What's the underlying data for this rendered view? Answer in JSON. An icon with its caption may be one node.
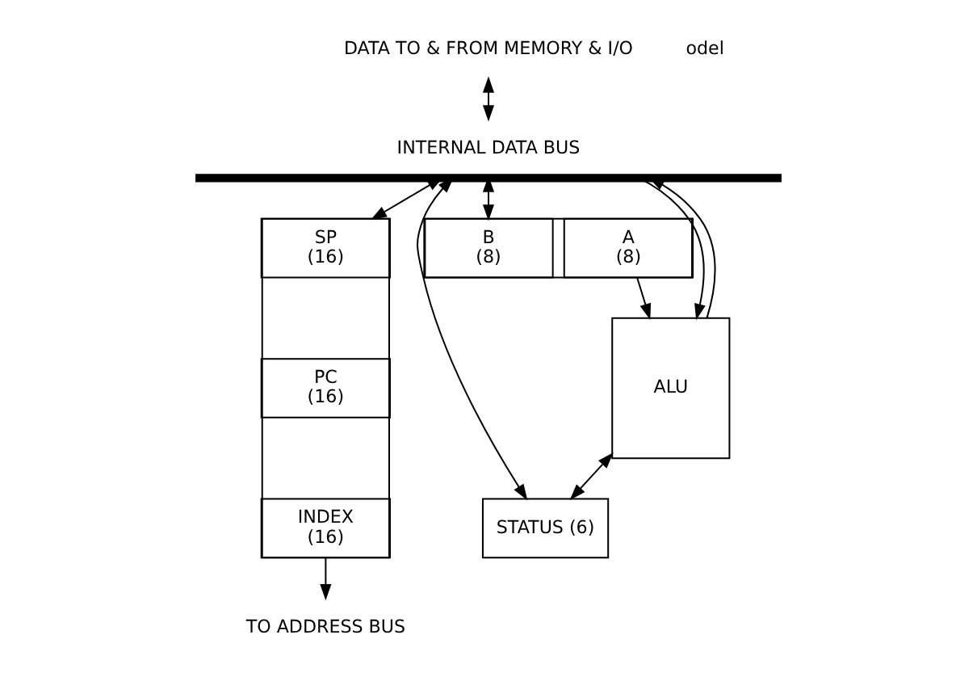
{
  "diagram": {
    "nodes": [
      {
        "text": [
          "DATA TO & FROM MEMORY & I/O"
        ]
      },
      {
        "text": [
          "INTERNAL DATA BUS"
        ]
      },
      {
        "text": [],
        "shape": "box"
      },
      {
        "text": [
          "B",
          "(8)"
        ],
        "in": 2
      },
      {
        "text": [
          "A",
          "(8)"
        ],
        "in": 2
      },
      {
        "text": [
          "STATUS (6)"
        ]
      },
      {
        "text": [
          "ALU"
        ]
      },
      {
        "text": [],
        "shape": "box"
      },
      {
        "text": [
          "SP",
          "(16)"
        ],
        "in": 7
      },
      {
        "text": [
          "PC",
          "(16)"
        ],
        "in": 7
      },
      {
        "text": [
          "INDEX",
          "(16)"
        ],
        "in": 7
      },
      {
        "text": [
          "TO ADDRESS BUS"
        ]
      }
    ],
    "edges": [
      {
        "from": 0,
        "to": 1,
        "arrow": "both"
      },
      {
        "from": 1,
        "to": 2,
        "arrow": "both"
      },
      {
        "from": 1,
        "to": 6,
        "arrow": "to"
      },
      {
        "from": 6,
        "to": 1,
        "arrow": "to"
      },
      {
        "from": 1,
        "to": 5,
        "arrow": "both"
      },
      {
        "from": 1,
        "to": 7,
        "arrow": "both"
      },
      {
        "from": 6,
        "to": 5,
        "arrow": "both"
      },
      {
        "from": 2,
        "to": 6,
        "arrow": "to"
      },
      {
        "from": 7,
        "to": 11,
        "arrow": "to"
      }
    ],
    "labels": [
      "odel"
    ]
  }
}
